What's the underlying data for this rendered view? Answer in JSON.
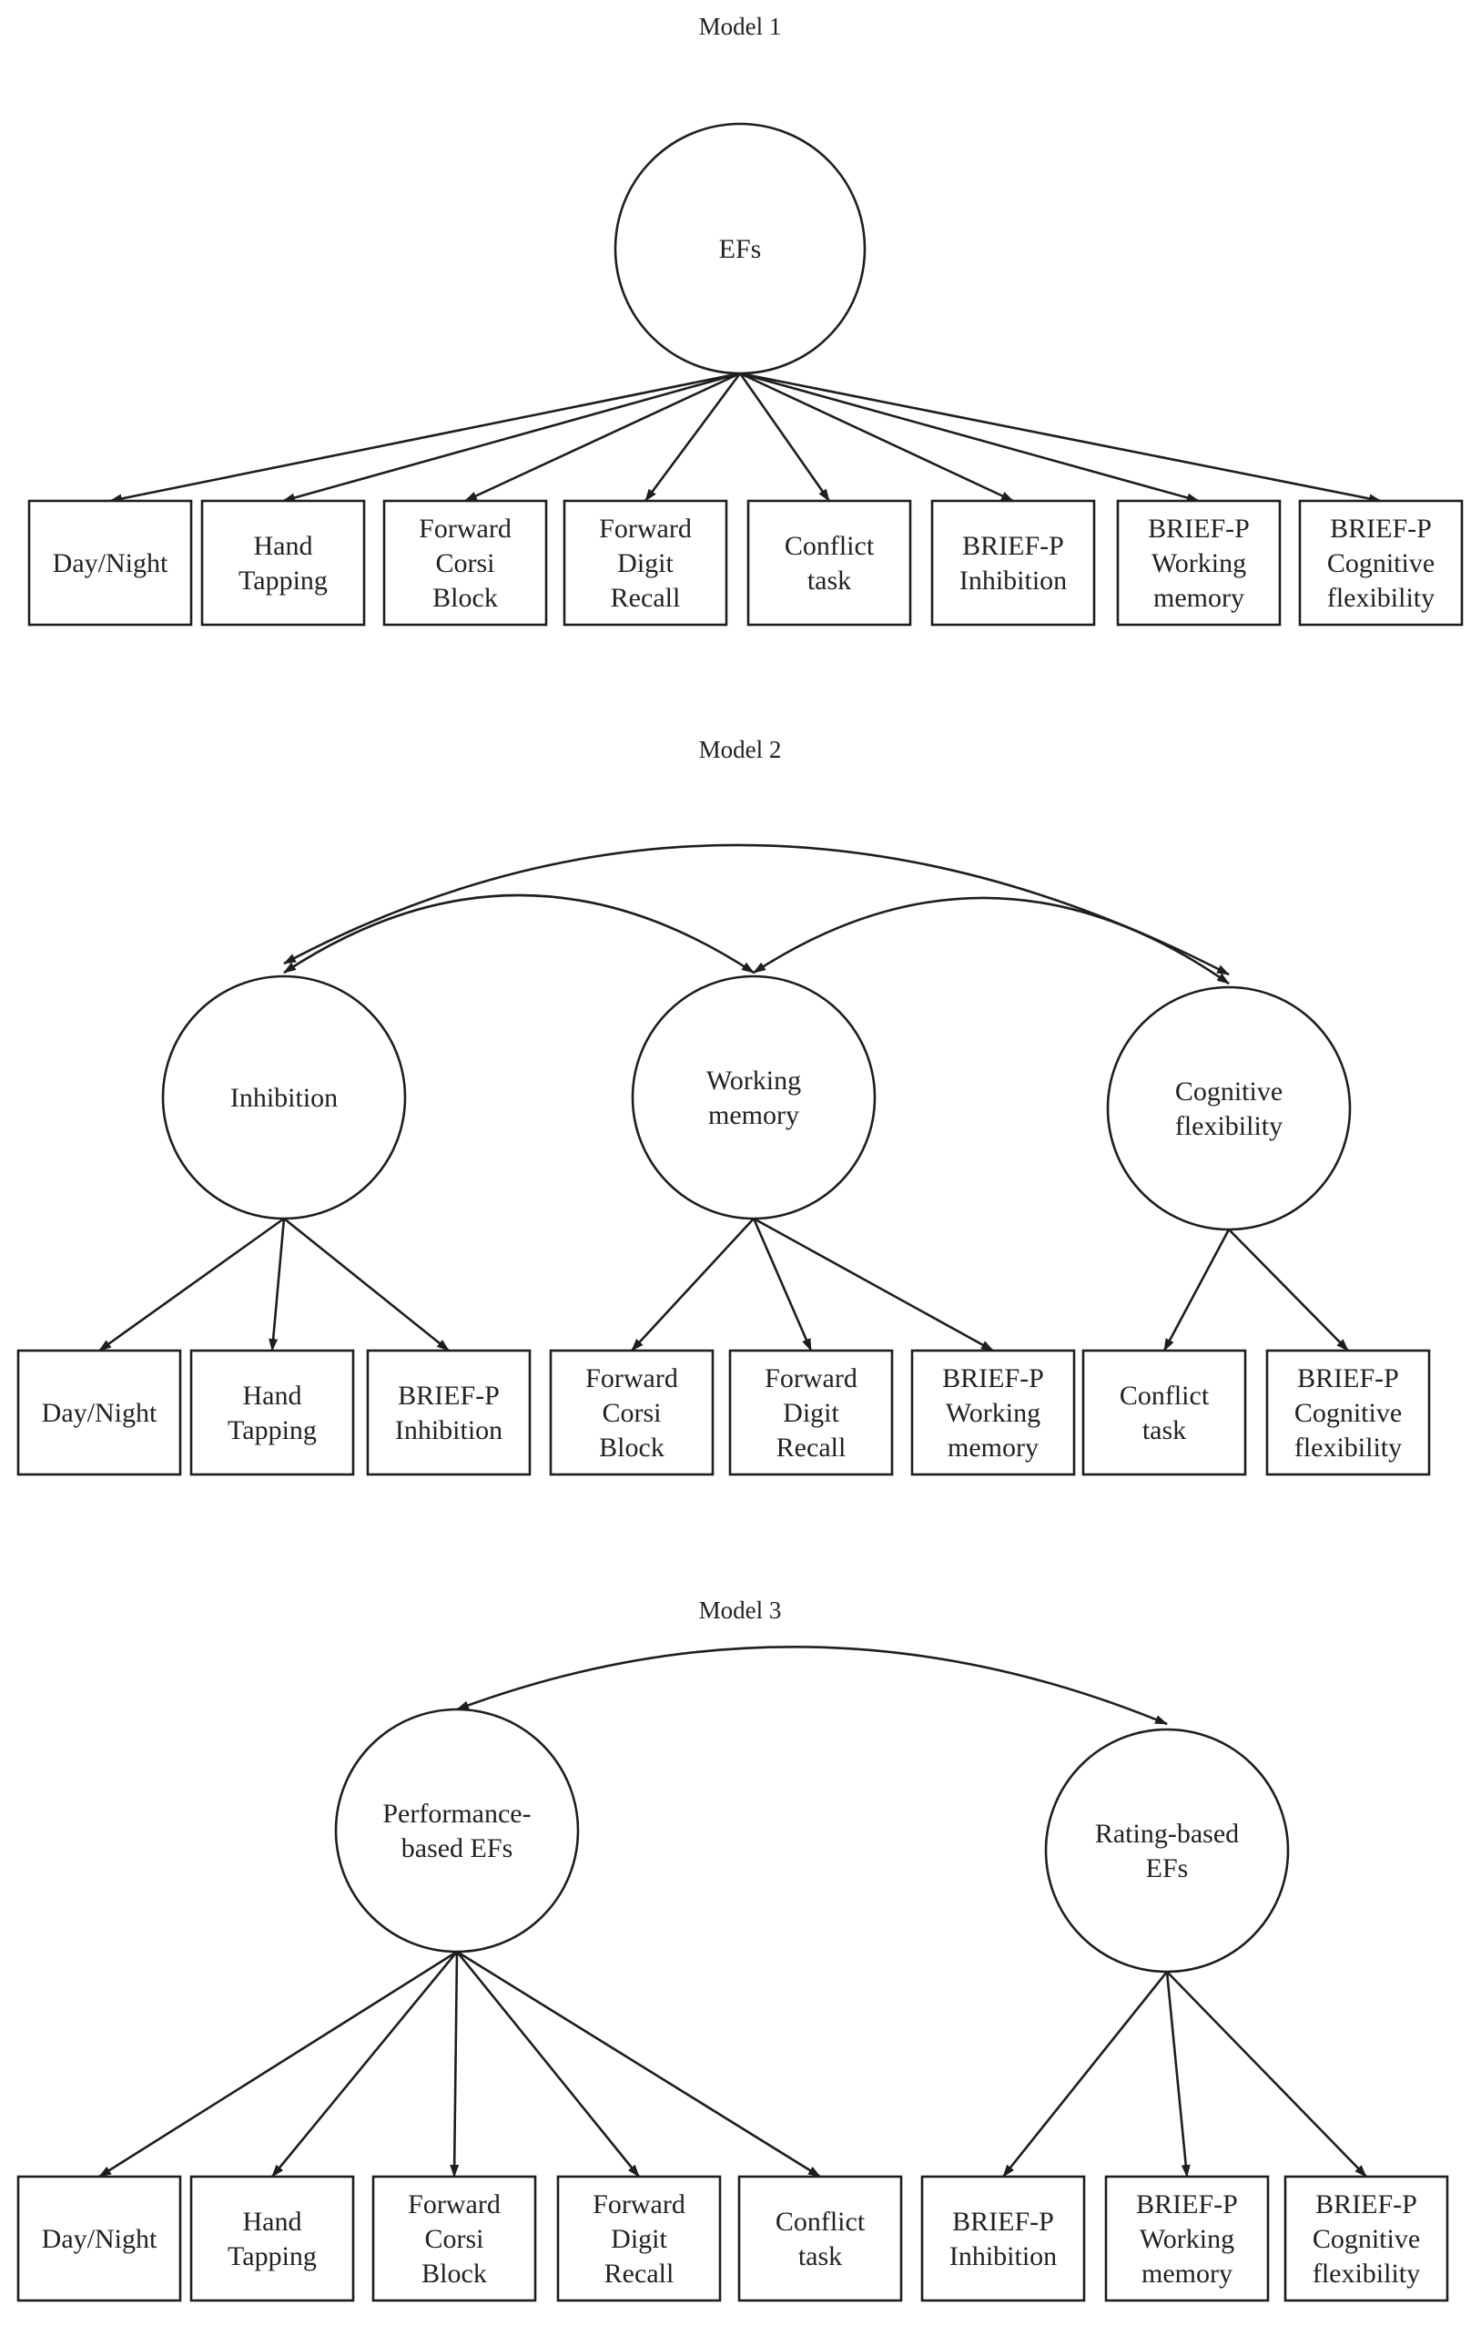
{
  "models": [
    {
      "title": "Model 1",
      "latents": [
        {
          "id": "efs",
          "lines": [
            "EFs"
          ]
        }
      ],
      "indicators": [
        {
          "id": "m1-daynight",
          "lines": [
            "Day/Night"
          ]
        },
        {
          "id": "m1-hand",
          "lines": [
            "Hand",
            "Tapping"
          ]
        },
        {
          "id": "m1-corsi",
          "lines": [
            "Forward",
            "Corsi",
            "Block"
          ]
        },
        {
          "id": "m1-digit",
          "lines": [
            "Forward",
            "Digit",
            "Recall"
          ]
        },
        {
          "id": "m1-conflict",
          "lines": [
            "Conflict",
            "task"
          ]
        },
        {
          "id": "m1-brief-inh",
          "lines": [
            "BRIEF-P",
            "Inhibition"
          ]
        },
        {
          "id": "m1-brief-wm",
          "lines": [
            "BRIEF-P",
            "Working",
            "memory"
          ]
        },
        {
          "id": "m1-brief-cf",
          "lines": [
            "BRIEF-P",
            "Cognitive",
            "flexibility"
          ]
        }
      ],
      "loadings": [
        [
          "efs",
          "m1-daynight"
        ],
        [
          "efs",
          "m1-hand"
        ],
        [
          "efs",
          "m1-corsi"
        ],
        [
          "efs",
          "m1-digit"
        ],
        [
          "efs",
          "m1-conflict"
        ],
        [
          "efs",
          "m1-brief-inh"
        ],
        [
          "efs",
          "m1-brief-wm"
        ],
        [
          "efs",
          "m1-brief-cf"
        ]
      ],
      "covariances": []
    },
    {
      "title": "Model 2",
      "latents": [
        {
          "id": "inh",
          "lines": [
            "Inhibition"
          ]
        },
        {
          "id": "wm",
          "lines": [
            "Working",
            "memory"
          ]
        },
        {
          "id": "cf",
          "lines": [
            "Cognitive",
            "flexibility"
          ]
        }
      ],
      "indicators": [
        {
          "id": "m2-daynight",
          "lines": [
            "Day/Night"
          ]
        },
        {
          "id": "m2-hand",
          "lines": [
            "Hand",
            "Tapping"
          ]
        },
        {
          "id": "m2-brief-inh",
          "lines": [
            "BRIEF-P",
            "Inhibition"
          ]
        },
        {
          "id": "m2-corsi",
          "lines": [
            "Forward",
            "Corsi",
            "Block"
          ]
        },
        {
          "id": "m2-digit",
          "lines": [
            "Forward",
            "Digit",
            "Recall"
          ]
        },
        {
          "id": "m2-brief-wm",
          "lines": [
            "BRIEF-P",
            "Working",
            "memory"
          ]
        },
        {
          "id": "m2-conflict",
          "lines": [
            "Conflict",
            "task"
          ]
        },
        {
          "id": "m2-brief-cf",
          "lines": [
            "BRIEF-P",
            "Cognitive",
            "flexibility"
          ]
        }
      ],
      "loadings": [
        [
          "inh",
          "m2-daynight"
        ],
        [
          "inh",
          "m2-hand"
        ],
        [
          "inh",
          "m2-brief-inh"
        ],
        [
          "wm",
          "m2-corsi"
        ],
        [
          "wm",
          "m2-digit"
        ],
        [
          "wm",
          "m2-brief-wm"
        ],
        [
          "cf",
          "m2-conflict"
        ],
        [
          "cf",
          "m2-brief-cf"
        ]
      ],
      "covariances": [
        [
          "inh",
          "cf"
        ],
        [
          "inh",
          "wm"
        ],
        [
          "wm",
          "cf"
        ]
      ]
    },
    {
      "title": "Model 3",
      "latents": [
        {
          "id": "perf",
          "lines": [
            "Performance-",
            "based EFs"
          ]
        },
        {
          "id": "rating",
          "lines": [
            "Rating-based",
            "EFs"
          ]
        }
      ],
      "indicators": [
        {
          "id": "m3-daynight",
          "lines": [
            "Day/Night"
          ]
        },
        {
          "id": "m3-hand",
          "lines": [
            "Hand",
            "Tapping"
          ]
        },
        {
          "id": "m3-corsi",
          "lines": [
            "Forward",
            "Corsi",
            "Block"
          ]
        },
        {
          "id": "m3-digit",
          "lines": [
            "Forward",
            "Digit",
            "Recall"
          ]
        },
        {
          "id": "m3-conflict",
          "lines": [
            "Conflict",
            "task"
          ]
        },
        {
          "id": "m3-brief-inh",
          "lines": [
            "BRIEF-P",
            "Inhibition"
          ]
        },
        {
          "id": "m3-brief-wm",
          "lines": [
            "BRIEF-P",
            "Working",
            "memory"
          ]
        },
        {
          "id": "m3-brief-cf",
          "lines": [
            "BRIEF-P",
            "Cognitive",
            "flexibility"
          ]
        }
      ],
      "loadings": [
        [
          "perf",
          "m3-daynight"
        ],
        [
          "perf",
          "m3-hand"
        ],
        [
          "perf",
          "m3-corsi"
        ],
        [
          "perf",
          "m3-digit"
        ],
        [
          "perf",
          "m3-conflict"
        ],
        [
          "rating",
          "m3-brief-inh"
        ],
        [
          "rating",
          "m3-brief-wm"
        ],
        [
          "rating",
          "m3-brief-cf"
        ]
      ],
      "covariances": [
        [
          "perf",
          "rating"
        ]
      ]
    }
  ]
}
